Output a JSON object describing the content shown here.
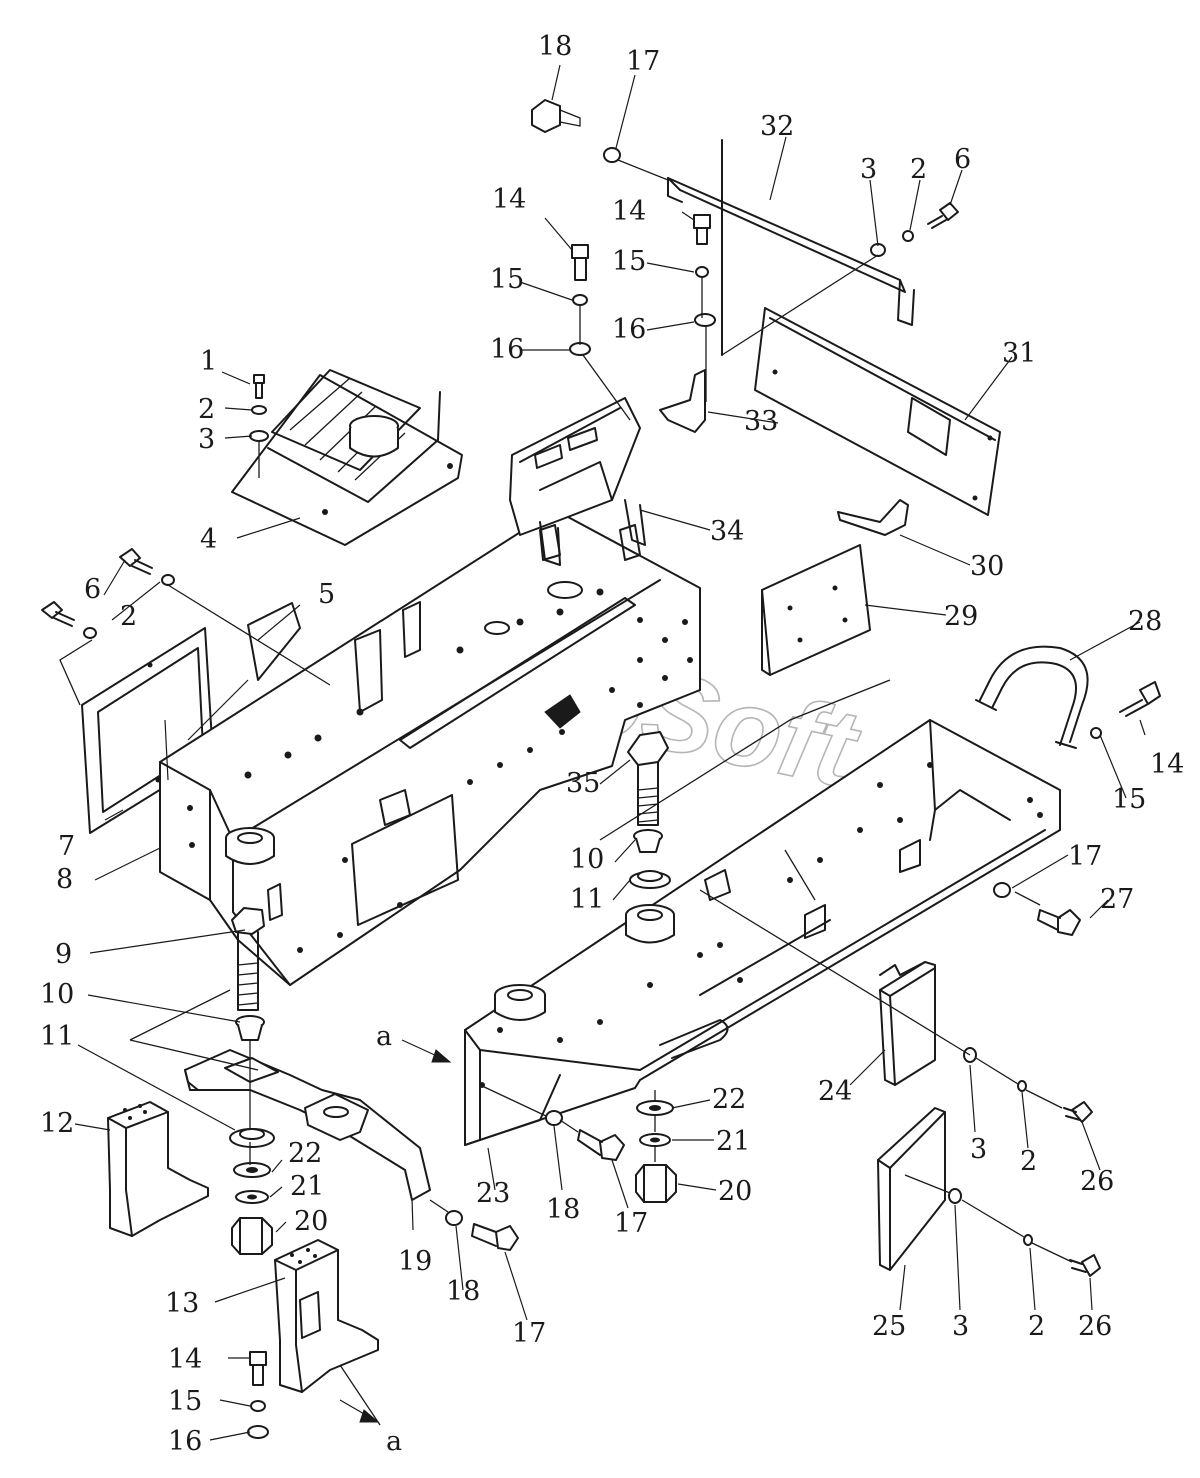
{
  "watermark": "AutoSoft",
  "view_marker": "a",
  "callouts": {
    "c1": "1",
    "c2a": "2",
    "c3a": "3",
    "c4": "4",
    "c5": "5",
    "c6a": "6",
    "c2b": "2",
    "c7": "7",
    "c8": "8",
    "c9": "9",
    "c10a": "10",
    "c11a": "11",
    "c12": "12",
    "c13": "13",
    "c14a": "14",
    "c15a": "15",
    "c16a": "16",
    "c22a": "22",
    "c21a": "21",
    "c20a": "20",
    "c19": "19",
    "c18a": "18",
    "c17a": "17",
    "c18b": "18",
    "c17b": "17",
    "c32": "32",
    "c3b": "3",
    "c2c": "2",
    "c6b": "6",
    "c14b": "14",
    "c15b": "15",
    "c16b": "16",
    "c14c": "14",
    "c15c": "15",
    "c16c": "16",
    "c31": "31",
    "c33": "33",
    "c34": "34",
    "c30": "30",
    "c29": "29",
    "c28": "28",
    "c14d": "14",
    "c15d": "15",
    "c35": "35",
    "c10b": "10",
    "c11b": "11",
    "c17c": "17",
    "c27": "27",
    "c22b": "22",
    "c21b": "21",
    "c20b": "20",
    "c23": "23",
    "c18c": "18",
    "c17d": "17",
    "c24": "24",
    "c3c": "3",
    "c2d": "2",
    "c26a": "26",
    "c25": "25",
    "c3d": "3",
    "c2e": "2",
    "c26b": "26"
  }
}
